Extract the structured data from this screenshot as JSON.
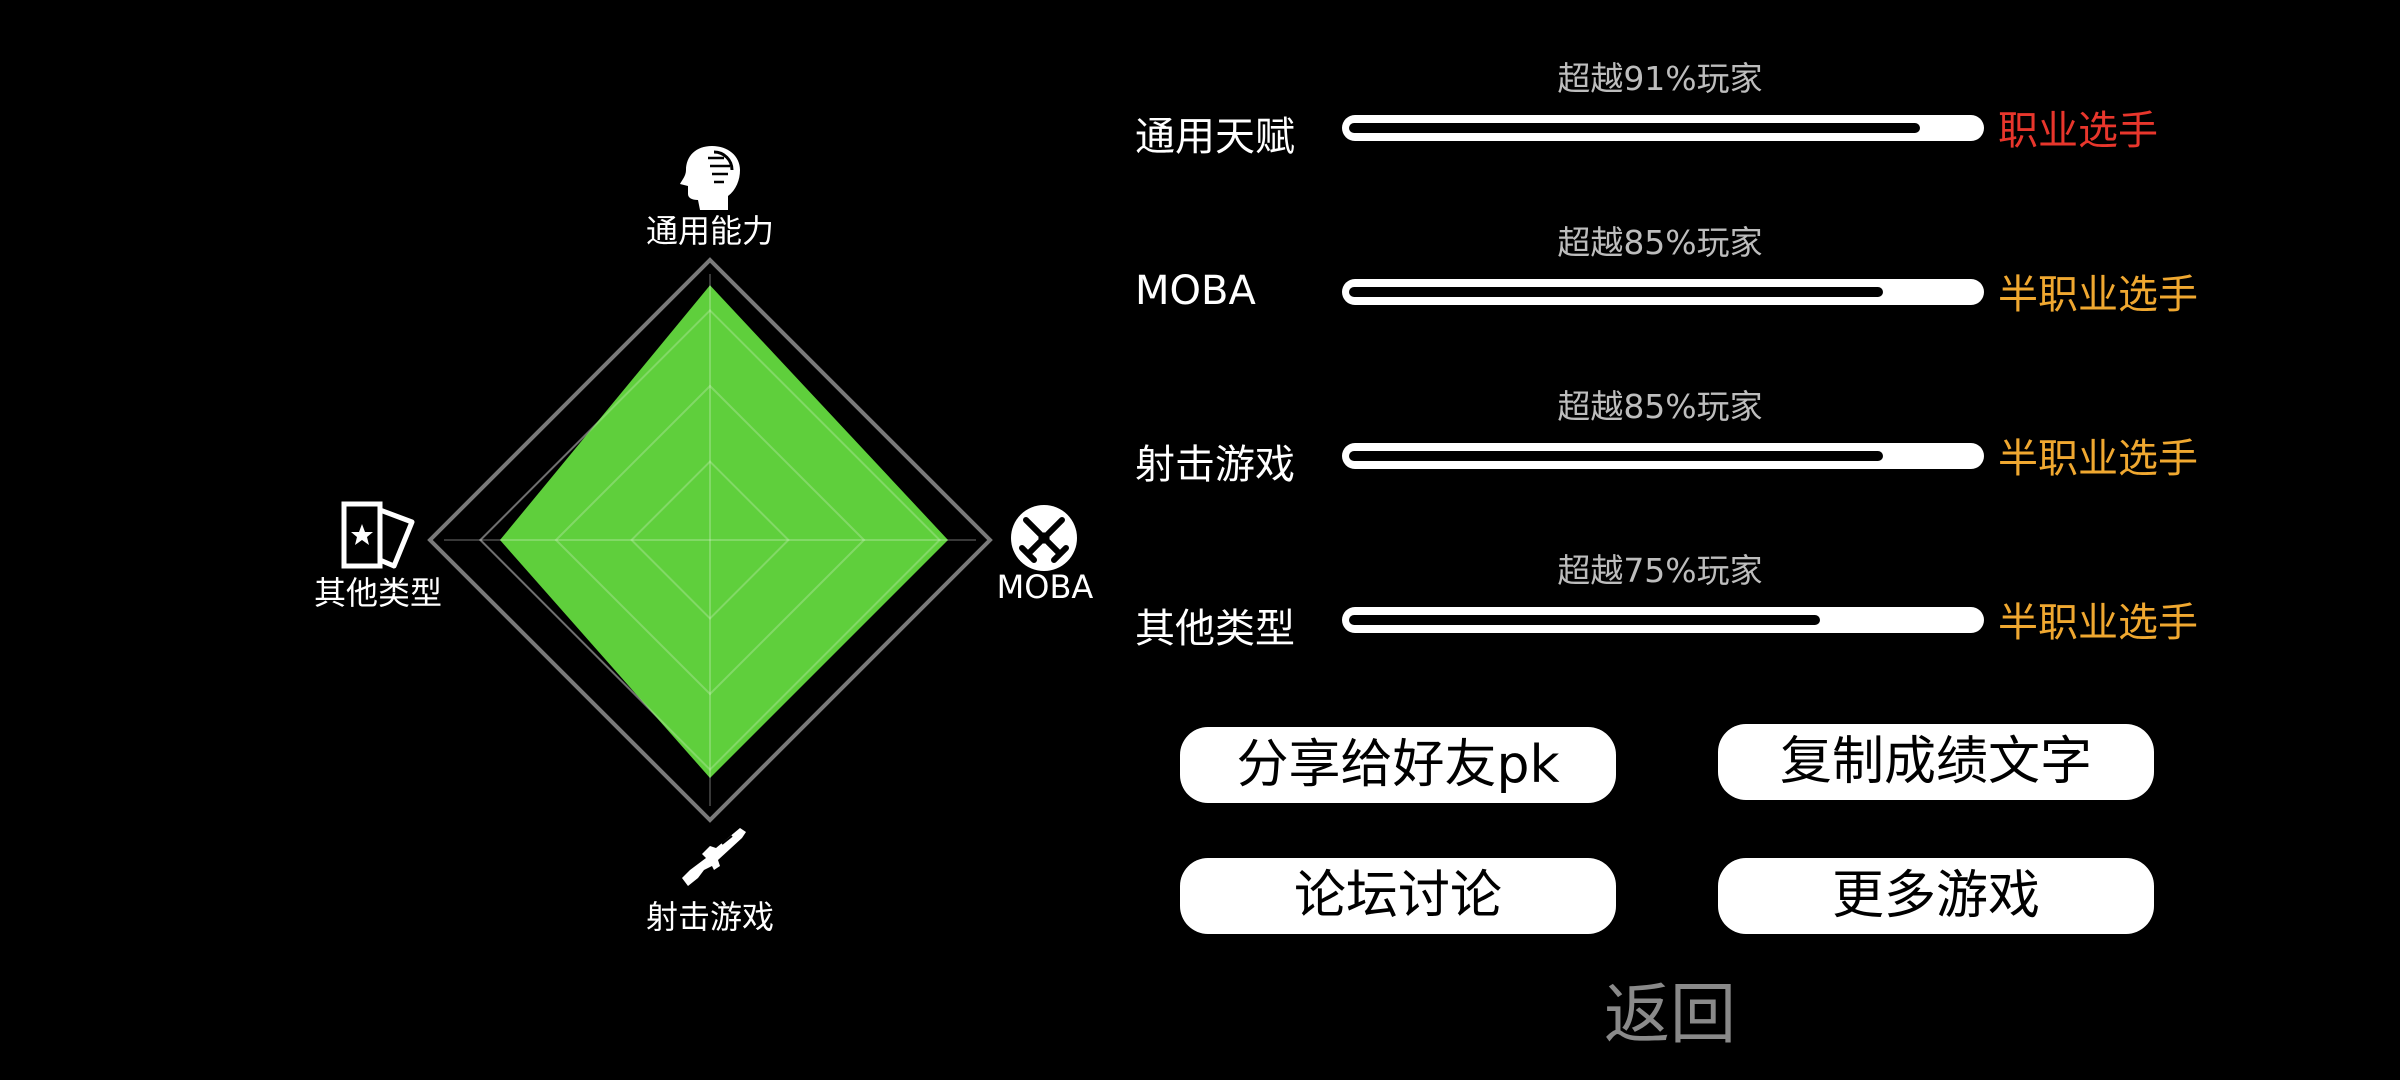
{
  "radar": {
    "axes": [
      {
        "key": "top",
        "label": "通用能力",
        "icon": "head-profile-icon",
        "value": 0.91
      },
      {
        "key": "right",
        "label": "MOBA",
        "icon": "crossed-swords-icon",
        "value": 0.85
      },
      {
        "key": "bottom",
        "label": "射击游戏",
        "icon": "rifle-icon",
        "value": 0.85
      },
      {
        "key": "left",
        "label": "其他类型",
        "icon": "card-star-icon",
        "value": 0.75
      }
    ],
    "fill_color": "#5fcf3c",
    "outline_color": "#7a7a7a"
  },
  "stats": [
    {
      "name": "通用天赋",
      "percentile_text": "超越91%玩家",
      "percent": 91,
      "rank": "职业选手",
      "rank_color": "#e8362c"
    },
    {
      "name": "MOBA",
      "percentile_text": "超越85%玩家",
      "percent": 85,
      "rank": "半职业选手",
      "rank_color": "#f0a830"
    },
    {
      "name": "射击游戏",
      "percentile_text": "超越85%玩家",
      "percent": 85,
      "rank": "半职业选手",
      "rank_color": "#f0a830"
    },
    {
      "name": "其他类型",
      "percentile_text": "超越75%玩家",
      "percent": 75,
      "rank": "半职业选手",
      "rank_color": "#f0a830"
    }
  ],
  "buttons": {
    "share": "分享给好友pk",
    "copy": "复制成绩文字",
    "forum": "论坛讨论",
    "more_games": "更多游戏",
    "back": "返回"
  }
}
